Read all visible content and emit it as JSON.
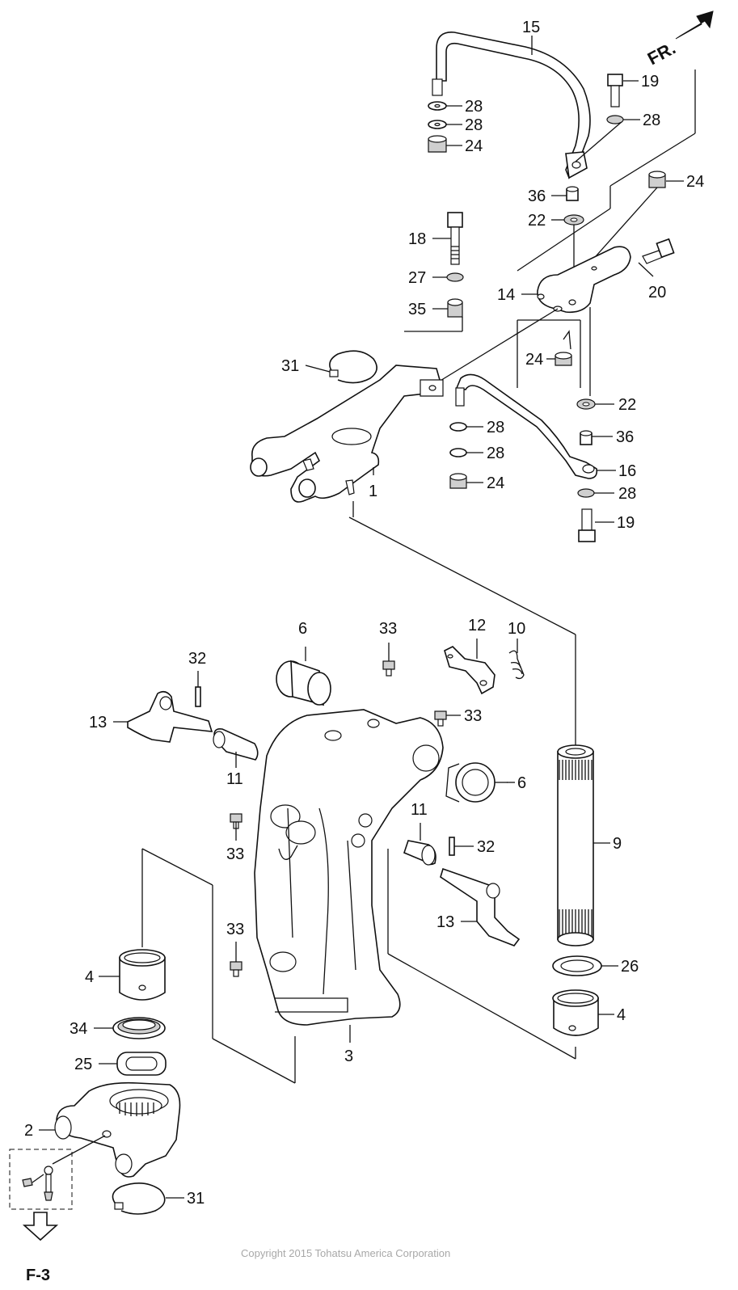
{
  "diagram": {
    "direction_label": "FR.",
    "reference_label": "F-3",
    "copyright": "Copyright 2015 Tohatsu America Corporation",
    "callouts": [
      "15",
      "19",
      "28",
      "28",
      "28",
      "24",
      "36",
      "24",
      "22",
      "18",
      "20",
      "27",
      "14",
      "35",
      "24",
      "31",
      "22",
      "36",
      "28",
      "28",
      "16",
      "24",
      "28",
      "1",
      "19",
      "6",
      "33",
      "12",
      "10",
      "32",
      "33",
      "13",
      "11",
      "6",
      "11",
      "33",
      "32",
      "9",
      "13",
      "33",
      "26",
      "4",
      "4",
      "34",
      "3",
      "25",
      "2",
      "31"
    ]
  }
}
